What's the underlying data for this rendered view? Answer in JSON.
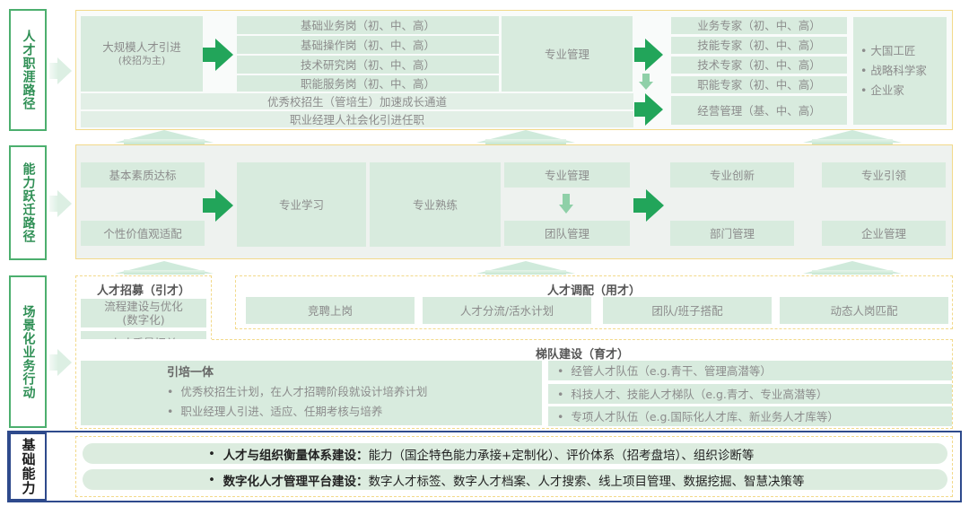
{
  "rows": {
    "career": "人才职涯路径",
    "ability": "能力跃迁路径",
    "scene": "场景化业务行动",
    "foundation": "基础能力"
  },
  "career": {
    "campus": "大规模人才引进",
    "campus_note": "(校招为主)",
    "posts": [
      "基础业务岗（初、中、高）",
      "基础操作岗（初、中、高）",
      "技术研究岗（初、中、高）",
      "职能服务岗（初、中、高）"
    ],
    "fast_track": "优秀校招生（管培生）加速成长通道",
    "manager_intro": "职业经理人社会化引进任职",
    "pro_mgmt": "专业管理",
    "experts": [
      "业务专家（初、中、高）",
      "技能专家（初、中、高）",
      "技术专家（初、中、高）",
      "职能专家（初、中、高）"
    ],
    "operation_mgmt": "经营管理（基、中、高）",
    "top": [
      "大国工匠",
      "战略科学家",
      "企业家"
    ]
  },
  "ability": {
    "basic": "基本素质达标",
    "values": "个性价值观适配",
    "learn": "专业学习",
    "skilled": "专业熟练",
    "pro_mgmt": "专业管理",
    "team_mgmt": "团队管理",
    "innovate": "专业创新",
    "dept_mgmt": "部门管理",
    "lead": "专业引领",
    "corp_mgmt": "企业管理"
  },
  "scene": {
    "recruit_title": "人才招募（引才）",
    "recruit_items": [
      "流程建设与优化\n(数字化)",
      "人才质量把关"
    ],
    "deploy_title": "人才调配（用才）",
    "deploy_items": [
      "竞聘上岗",
      "人才分流/活水计划",
      "团队/班子搭配",
      "动态人岗匹配"
    ],
    "ladder_title": "梯队建设（育才）",
    "integration_title": "引培一体",
    "integration_items": [
      "优秀校招生计划，在人才招聘阶段就设计培养计划",
      "职业经理人引进、适应、任期考核与培养"
    ],
    "ladder_items": [
      "经管人才队伍（e.g.青干、管理高潜等）",
      "科技人才、技能人才梯队（e.g.青才、专业高潜等）",
      "专项人才队伍（e.g.国际化人才库、新业务人才库等）"
    ]
  },
  "foundation": {
    "line1_bold": "人才与组织衡量体系建设：",
    "line1_rest": "能力（国企特色能力承接+定制化）、评价体系（招考盘培）、组织诊断等",
    "line2_bold": "数字化人才管理平台建设：",
    "line2_rest": "数字人才标签、数字人才档案、人才搜索、线上项目管理、数据挖掘、智慧决策等"
  },
  "bullet_symbol": "•"
}
